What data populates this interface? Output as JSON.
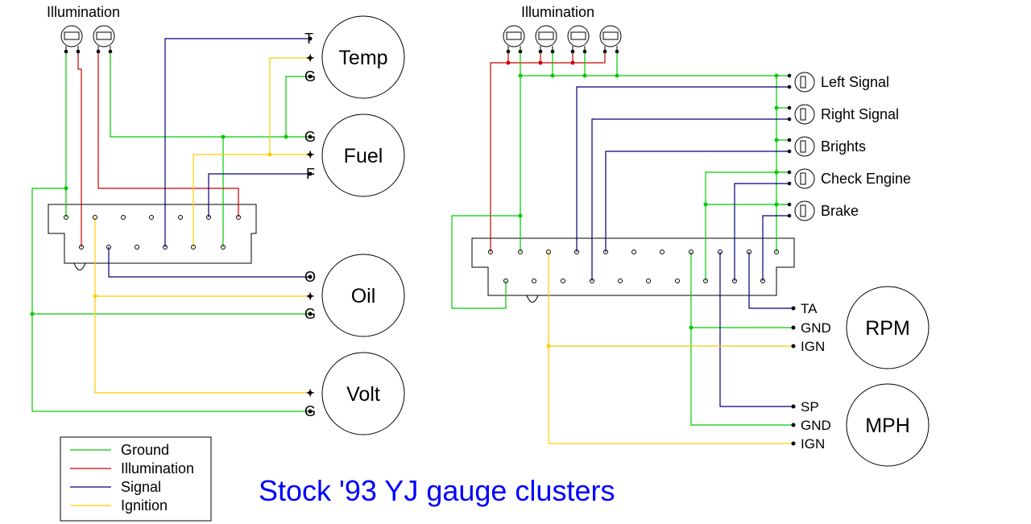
{
  "title": "Stock '93 YJ gauge clusters",
  "colors": {
    "ground": "#00cc00",
    "illumination": "#cc0000",
    "signal": "#000080",
    "ignition": "#ffcc00",
    "title": "#0000ff"
  },
  "legend": [
    {
      "label": "Ground",
      "color": "#00cc00"
    },
    {
      "label": "Illumination",
      "color": "#cc0000"
    },
    {
      "label": "Signal",
      "color": "#000080"
    },
    {
      "label": "Ignition",
      "color": "#ffcc00"
    }
  ],
  "left_cluster": {
    "illumination_label": "Illumination",
    "gauges": [
      {
        "name": "Temp",
        "pins": [
          "T",
          "+",
          "G"
        ]
      },
      {
        "name": "Fuel",
        "pins": [
          "G",
          "+",
          "F"
        ]
      },
      {
        "name": "Oil",
        "pins": [
          "O",
          "+",
          "G"
        ]
      },
      {
        "name": "Volt",
        "pins": [
          "+",
          "G"
        ]
      }
    ]
  },
  "right_cluster": {
    "illumination_label": "Illumination",
    "indicators": [
      "Left Signal",
      "Right Signal",
      "Brights",
      "Check Engine",
      "Brake"
    ],
    "gauges": [
      {
        "name": "RPM",
        "pins": [
          "TA",
          "GND",
          "IGN"
        ]
      },
      {
        "name": "MPH",
        "pins": [
          "SP",
          "GND",
          "IGN"
        ]
      }
    ]
  }
}
